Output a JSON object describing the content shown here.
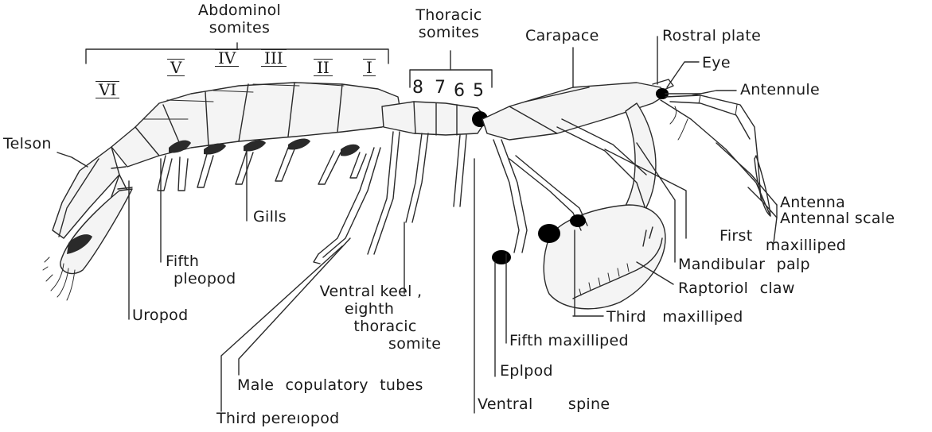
{
  "labels": {
    "abdominal_somites": [
      "Abdominol",
      "somites"
    ],
    "thoracic_somites": [
      "Thoracic",
      "somites"
    ],
    "carapace": "Carapace",
    "rostral_plate": "Rostral plate",
    "eye": "Eye",
    "antennule": "Antennule",
    "telson": "Telson",
    "gills": "Gills",
    "fifth_pleopod": [
      "Fifth",
      "pleopod"
    ],
    "uropod": "Uropod",
    "ventral_keel": [
      "Ventral keel ,",
      "eighth",
      "thoracic",
      "somite"
    ],
    "male_copulatory_tubes": "Male copulatory tubes",
    "third_pereiopod": "Third pereıopod",
    "ventral_spine": "Ventral spine",
    "epipod": "Eplpod",
    "fifth_maxilliped": "Fifth maxilliped",
    "third_maxilliped": "Third maxilliped",
    "raptorial_claw": "Raptoriol claw",
    "mandibular_palp": "Mandibular palp",
    "first_maxilliped": [
      "First",
      "maxilliped"
    ],
    "antenna": "Antenna",
    "antennal_scale": "Antennal scale"
  },
  "abdominal_numerals": [
    "VI",
    "V",
    "IV",
    "III",
    "II",
    "I"
  ],
  "thoracic_numbers": [
    "8",
    "7",
    "6",
    "5"
  ]
}
